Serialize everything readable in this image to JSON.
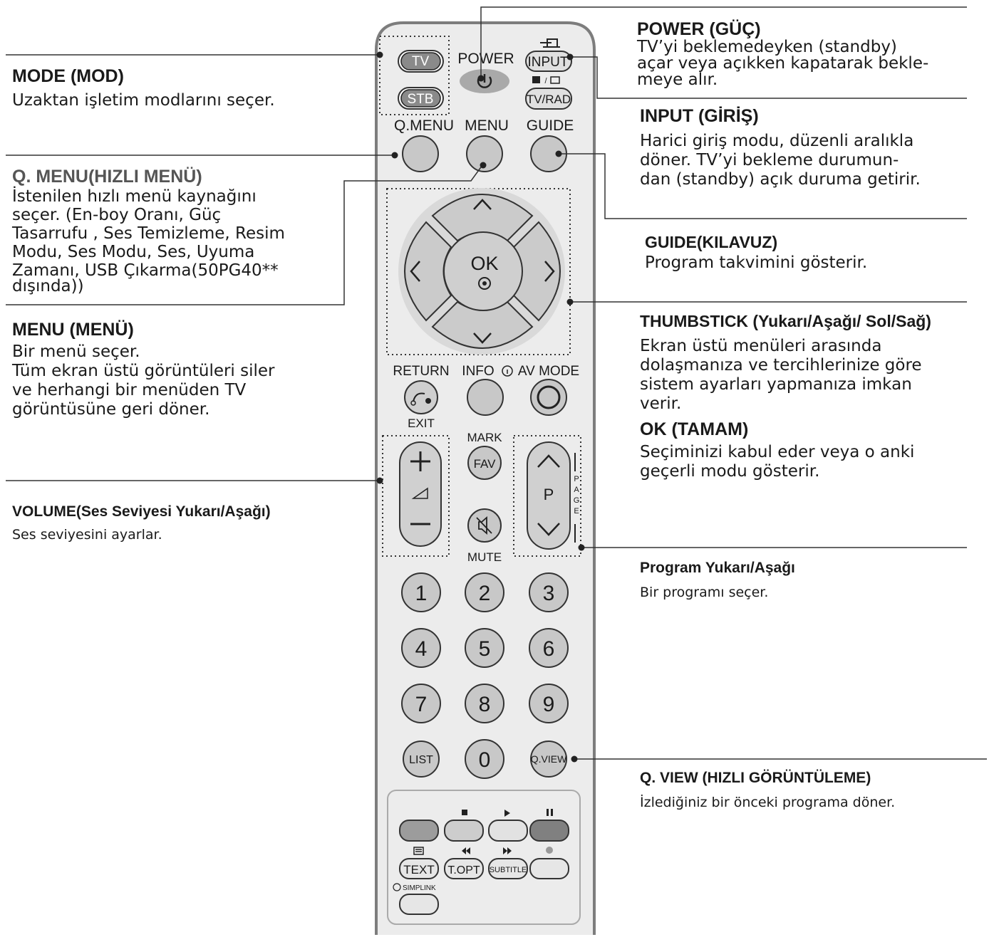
{
  "remote": {
    "mode_buttons": {
      "tv": "TV",
      "stb": "STB"
    },
    "power_label": "POWER",
    "input_label": "INPUT",
    "tvrad_label": "TV/RAD",
    "qmenu_label": "Q.MENU",
    "menu_label": "MENU",
    "guide_label": "GUIDE",
    "ok_label": "OK",
    "return_label": "RETURN",
    "exit_label": "EXIT",
    "info_label": "INFO",
    "avmode_label": "AV MODE",
    "mark_label": "MARK",
    "fav_label": "FAV",
    "mute_label": "MUTE",
    "p_label": "P",
    "page_label": "PAGE",
    "digits": [
      "1",
      "2",
      "3",
      "4",
      "5",
      "6",
      "7",
      "8",
      "9"
    ],
    "list_label": "LIST",
    "zero_label": "0",
    "qview_label": "Q.VIEW",
    "text_label": "TEXT",
    "topt_label": "T.OPT",
    "subtitle_label": "SUBTITLE",
    "simplink_label": "SIMPLINK",
    "colors": {
      "body": "#ececec",
      "outline": "#7d7d7d",
      "button": "#cfcfcf",
      "red_key": "#9c9c9c",
      "green_key": "#cdcdcd",
      "yellow_key": "#e2e2e2",
      "blue_key": "#808080"
    }
  },
  "annotations": {
    "mode": {
      "title": "MODE (MOD)",
      "lines": [
        "Uzaktan işletim modlarını seçer."
      ]
    },
    "qmenu": {
      "title": "Q. MENU(HIZLI MENÜ)",
      "lines": [
        "İstenilen hızlı menü kaynağını",
        "seçer. (En-boy Oranı, Güç",
        "Tasarrufu , Ses Temizleme, Resim",
        "Modu, Ses Modu, Ses, Uyuma",
        "Zamanı, USB Çıkarma(50PG40**",
        "dışında))"
      ]
    },
    "menu": {
      "title": "MENU (MENÜ)",
      "lines": [
        "Bir menü seçer.",
        "Tüm ekran üstü görüntüleri siler",
        "ve herhangi bir menüden TV",
        "görüntüsüne geri döner."
      ]
    },
    "volume": {
      "title": "VOLUME(Ses Seviyesi Yukarı/Aşağı)",
      "lines": [
        "Ses seviyesini ayarlar."
      ]
    },
    "power": {
      "title": "POWER (GÜÇ)",
      "lines": [
        "TV’yi beklemedeyken (standby)",
        "açar veya açıkken kapatarak bekle-",
        "meye alır."
      ]
    },
    "input": {
      "title": "INPUT (GİRİŞ)",
      "lines": [
        "Harici giriş modu, düzenli aralıkla",
        "döner. TV’yi bekleme durumun-",
        "dan (standby) açık duruma getirir."
      ]
    },
    "guide": {
      "title": "GUIDE(KILAVUZ)",
      "lines": [
        "Program takvimini gösterir."
      ]
    },
    "thumbstick": {
      "title": "THUMBSTICK (Yukarı/Aşağı/ Sol/Sağ)",
      "lines": [
        "Ekran üstü menüleri arasında",
        "dolaşmanıza ve tercihlerinize göre",
        "sistem ayarları yapmanıza imkan",
        "verir."
      ]
    },
    "ok": {
      "title": "OK (TAMAM)",
      "lines": [
        "Seçiminizi kabul eder veya o anki",
        "geçerli modu gösterir."
      ]
    },
    "program": {
      "title": "Program Yukarı/Aşağı",
      "lines": [
        "Bir programı seçer."
      ]
    },
    "qview": {
      "title": "Q. VIEW (HIZLI GÖRÜNTÜLEME)",
      "lines": [
        "İzlediğiniz bir önceki programa döner."
      ]
    }
  }
}
